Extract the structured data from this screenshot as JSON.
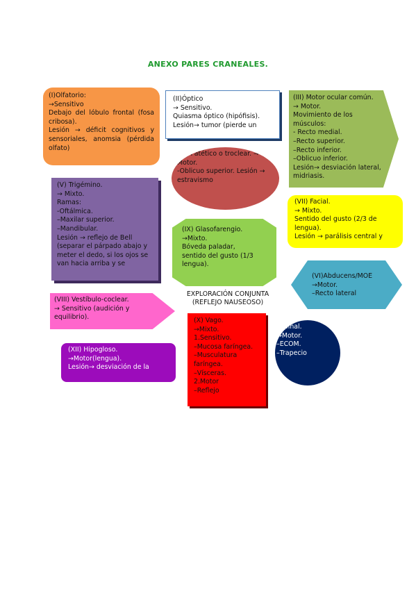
{
  "title": "ANEXO PARES CRANEALES.",
  "nerves": {
    "olfatorio": "(I)Olfatorio:\n→Sensitivo\nDebajo del lóbulo frontal (fosa cribosa).\nLesión → déficit cognitivos y sensoriales, anomsia (pérdida olfato)",
    "optico": "(II)Óptico\n→ Sensitivo.\nQuiasma óptico (hipófisis).\nLesión→ tumor (pierde un",
    "ocular_comun": "(III) Motor ocular común.\n→ Motor.\nMovimiento de los músculos:\n- Recto medial.\n–Recto superior.\n–Recto inferior.\n–Oblicuo inferior.\nLesión→ desviación lateral, midriasis.",
    "patetico": "(IV) Patético o troclear. → Motor.\n-Oblicuo superior. Lesión → estravismo",
    "trigemino": "(V) Trigémino.\n→ Mixto.\nRamas:\n-Oftálmica.\n–Maxilar superior.\n–Mandibular.\nLesión → reflejo de Bell (separar el párpado abajo y meter el dedo, si los ojos se van hacia arriba y se",
    "facial": "(VII) Facial.\n→ Mixto.\nSentido del gusto (2/3 de lengua).\nLesión → parálisis central y",
    "glosofaringeo": "(IX) Glasofarengio.\n→Mixto.\nBóveda paladar,\nsentido del gusto (1/3 lengua).",
    "abducens": "(VI)Abducens/MOE\n→Motor.\n–Recto lateral",
    "vestibulo": "(VIII) Vestíbulo-coclear.\n→ Sensitivo (audición y equilibrio).",
    "hipogloso": "(XII) Hipogloso.\n→Motor(lengua).\nLesión→ desviación de la",
    "vago": "(X) Vago.\n→Mixto.\n1.Sensitivo.\n–Mucosa faríngea.\n–Musculatura faríngea.\n–Vísceras.\n2.Motor\n–Reflejo",
    "espinal": "Espinal.\n→Motor.\n–ECOM.\n–Trapecio"
  },
  "exploracion": "EXPLORACIÓN CONJUNTA\n(REFLEJO NAUSEOSO)"
}
